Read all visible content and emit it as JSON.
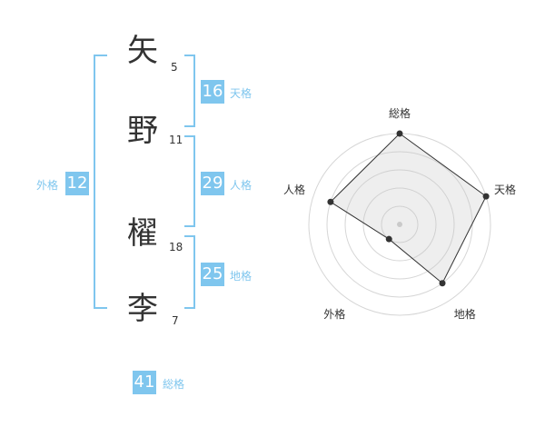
{
  "name": {
    "chars": [
      {
        "char": "矢",
        "strokes": "5"
      },
      {
        "char": "野",
        "strokes": "11"
      },
      {
        "char": "櫂",
        "strokes": "18"
      },
      {
        "char": "李",
        "strokes": "7"
      }
    ]
  },
  "fortune": {
    "tenkaku": {
      "value": "16",
      "label": "天格"
    },
    "jinkaku": {
      "value": "29",
      "label": "人格"
    },
    "chikaku": {
      "value": "25",
      "label": "地格"
    },
    "gaikaku": {
      "value": "12",
      "label": "外格"
    },
    "soukaku": {
      "value": "41",
      "label": "総格"
    }
  },
  "colors": {
    "accent": "#7fc6ee",
    "text": "#333333"
  },
  "chart_data": {
    "type": "radar",
    "axes": [
      "総格",
      "天格",
      "地格",
      "外格",
      "人格"
    ],
    "values": [
      5,
      5,
      4,
      1,
      4
    ],
    "max": 5,
    "rings": 5,
    "fill_color": "#eeeeee",
    "grid": true
  }
}
